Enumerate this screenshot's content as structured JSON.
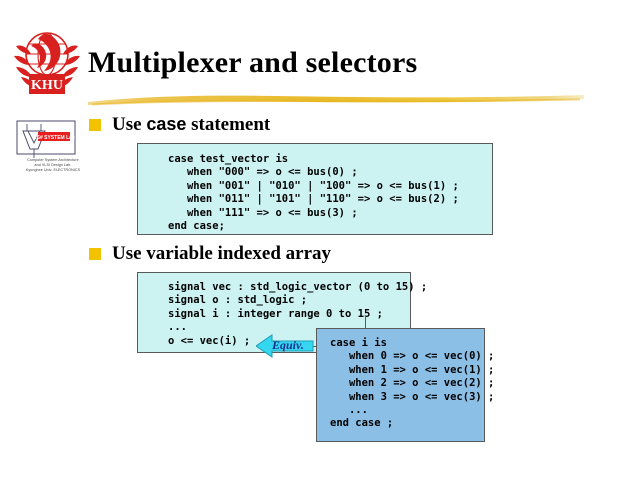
{
  "slide": {
    "title": "Multiplexer and selectors",
    "accent_yellow": "#f2c200",
    "codebox_cyan": "#ccf2f2",
    "codebox_blue": "#8cbfe6",
    "equiv_arrow_color": "#35d6ef",
    "logo_red": "#d8201e"
  },
  "logos": {
    "university": {
      "name": "khu-logo",
      "text": "KHU"
    },
    "lab": {
      "name": "lab-logo",
      "badge_text": "CS# SYSTEM Lab",
      "caption_line_1": "Computer System Architecture",
      "caption_line_2": "and VLSI Design Lab.",
      "caption_line_3": "Kyunghee Univ. ELECTRONICS"
    }
  },
  "bullets": [
    {
      "id": "bullet-use-case-statement",
      "prefix": "Use ",
      "keyword": "case",
      "suffix": " statement"
    },
    {
      "id": "bullet-use-variable-indexed-array",
      "prefix": "Use variable indexed array",
      "keyword": "",
      "suffix": ""
    }
  ],
  "code_boxes": {
    "case_statement": {
      "id": "codebox-case-statement",
      "lines": "case test_vector is\n   when \"000\" => o <= bus(0) ;\n   when \"001\" | \"010\" | \"100\" => o <= bus(1) ;\n   when \"011\" | \"101\" | \"110\" => o <= bus(2) ;\n   when \"111\" => o <= bus(3) ;\nend case;"
    },
    "signal_declarations": {
      "id": "codebox-signal-declarations",
      "lines": "signal vec : std_logic_vector (0 to 15) ;\nsignal o : std_logic ;\nsignal i : integer range 0 to 15 ;\n...\no <= vec(i) ;"
    },
    "equivalent_case": {
      "id": "codebox-equivalent-case",
      "lines": "case i is\n   when 0 => o <= vec(0) ;\n   when 1 => o <= vec(1) ;\n   when 2 => o <= vec(2) ;\n   when 3 => o <= vec(3) ;\n   ...\nend case ;"
    }
  },
  "annotations": {
    "equiv_label": "Equiv."
  }
}
